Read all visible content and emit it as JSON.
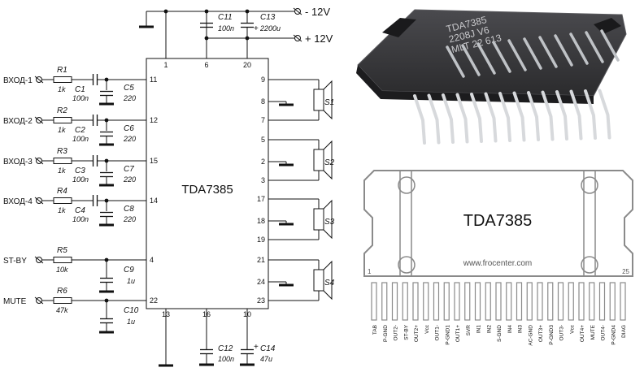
{
  "schematic": {
    "ic_name": "TDA7385",
    "supply": {
      "neg": "- 12V",
      "pos": "+ 12V"
    },
    "top_pins": [
      "1",
      "6",
      "20"
    ],
    "bottom_pins": [
      "13",
      "16",
      "10"
    ],
    "top_caps": [
      {
        "ref": "C11",
        "value": "100n"
      },
      {
        "ref": "C13",
        "value": "2200u",
        "polarity": "+"
      }
    ],
    "bottom_caps": [
      {
        "ref": "C12",
        "value": "100n"
      },
      {
        "ref": "C14",
        "value": "47u",
        "polarity": "+"
      }
    ],
    "inputs": [
      {
        "label": "ВХОД-1",
        "res_ref": "R1",
        "res_val": "1k",
        "cin_ref": "C1",
        "cin_val": "100n",
        "cg_ref": "C5",
        "cg_val": "220",
        "pin": "11"
      },
      {
        "label": "ВХОД-2",
        "res_ref": "R2",
        "res_val": "1k",
        "cin_ref": "C2",
        "cin_val": "100n",
        "cg_ref": "C6",
        "cg_val": "220",
        "pin": "12"
      },
      {
        "label": "ВХОД-3",
        "res_ref": "R3",
        "res_val": "1k",
        "cin_ref": "C3",
        "cin_val": "100n",
        "cg_ref": "C7",
        "cg_val": "220",
        "pin": "15"
      },
      {
        "label": "ВХОД-4",
        "res_ref": "R4",
        "res_val": "1k",
        "cin_ref": "C4",
        "cin_val": "100n",
        "cg_ref": "C8",
        "cg_val": "220",
        "pin": "14"
      }
    ],
    "controls": [
      {
        "label": "ST-BY",
        "res_ref": "R5",
        "res_val": "10k",
        "cap_ref": "C9",
        "cap_val": "1u",
        "pin": "4"
      },
      {
        "label": "MUTE",
        "res_ref": "R6",
        "res_val": "47k",
        "cap_ref": "C10",
        "cap_val": "1u",
        "pin": "22"
      }
    ],
    "outputs": [
      {
        "speaker": "S1",
        "pins": [
          "9",
          "8",
          "7"
        ]
      },
      {
        "speaker": "S2",
        "pins": [
          "5",
          "2",
          "3"
        ]
      },
      {
        "speaker": "S3",
        "pins": [
          "17",
          "18",
          "19"
        ]
      },
      {
        "speaker": "S4",
        "pins": [
          "21",
          "24",
          "23"
        ]
      }
    ]
  },
  "photo": {
    "marking_lines": [
      "TDA7385",
      "2208J V6",
      "MLT 22 613"
    ]
  },
  "pinout": {
    "ic_name": "TDA7385",
    "website": "www.frocenter.com",
    "first_pin": "1",
    "last_pin": "25",
    "pins": [
      "TAB",
      "P-GND",
      "OUT2-",
      "ST-BY",
      "OUT2+",
      "Vcc",
      "OUT1-",
      "P-GND1",
      "OUT1+",
      "SVR",
      "IN1",
      "IN2",
      "S-GND",
      "IN4",
      "IN3",
      "AC-GND",
      "OUT3+",
      "P-GND3",
      "OUT3-",
      "Vcc",
      "OUT4+",
      "MUTE",
      "OUT4-",
      "P-GND4",
      "DIAG"
    ]
  },
  "colors": {
    "ink": "#111111",
    "chip_body": "#2b2b2d",
    "chip_edge": "#5a5a5e",
    "pin_metal": "#d7d9dc",
    "outline_gray": "#8a8a8a",
    "website_gray": "#555555"
  }
}
